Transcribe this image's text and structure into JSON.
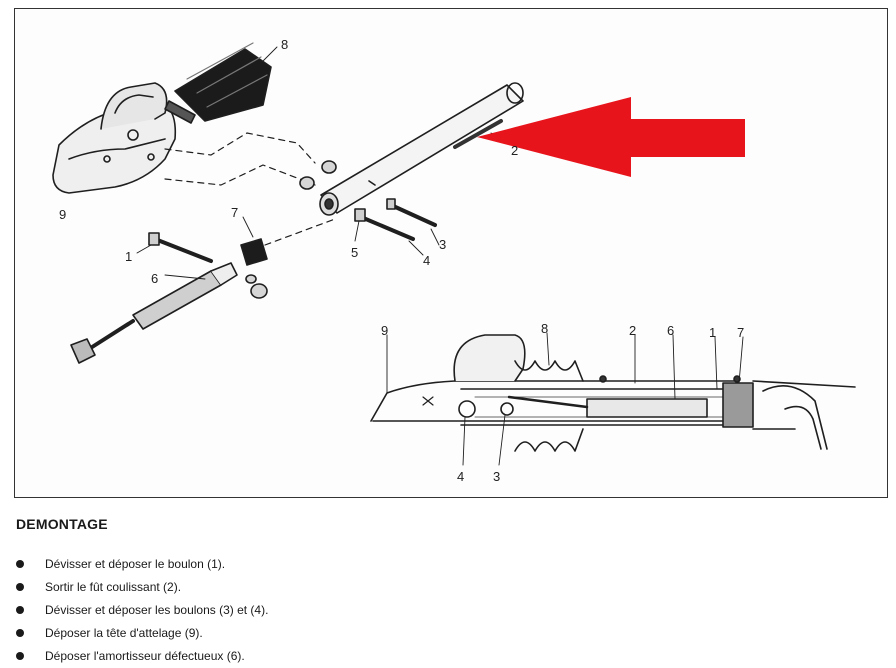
{
  "figure": {
    "exploded_callouts": [
      "8",
      "9",
      "2",
      "7",
      "1",
      "6",
      "5",
      "4",
      "3"
    ],
    "section_callouts": [
      "9",
      "8",
      "2",
      "6",
      "1",
      "7",
      "4",
      "3"
    ],
    "arrow_color": "#e8141c"
  },
  "section": {
    "title": "DEMONTAGE",
    "steps": [
      "Dévisser et déposer le boulon (1).",
      "Sortir le fût coulissant (2).",
      "Dévisser et déposer les boulons (3) et (4).",
      "Déposer la tête d'attelage (9).",
      "Déposer l'amortisseur défectueux (6)."
    ]
  }
}
